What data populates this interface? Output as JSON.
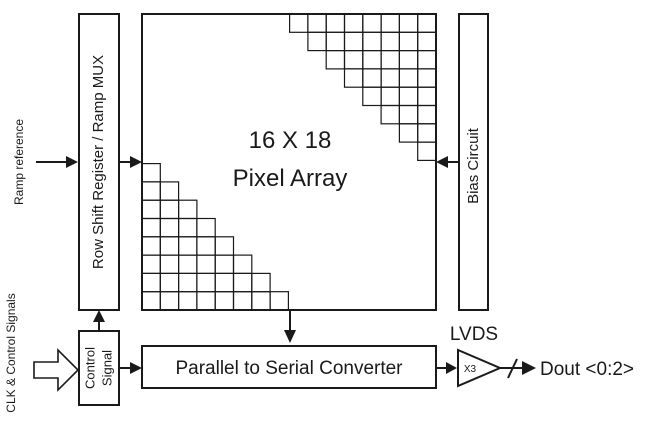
{
  "diagram": {
    "row_shift_label": "Row Shift Register / Ramp MUX",
    "pixel_array_line1": "16 X 18",
    "pixel_array_line2": "Pixel Array",
    "bias_label": "Bias Circuit",
    "ramp_label": "Ramp reference",
    "clk_label": "CLK & Control Signals",
    "control_line1": "Control",
    "control_line2": "Signal",
    "pts_label": "Parallel to Serial Converter",
    "lvds_label": "LVDS",
    "buffer_label": "X3",
    "dout_label": "Dout <0:2>"
  }
}
